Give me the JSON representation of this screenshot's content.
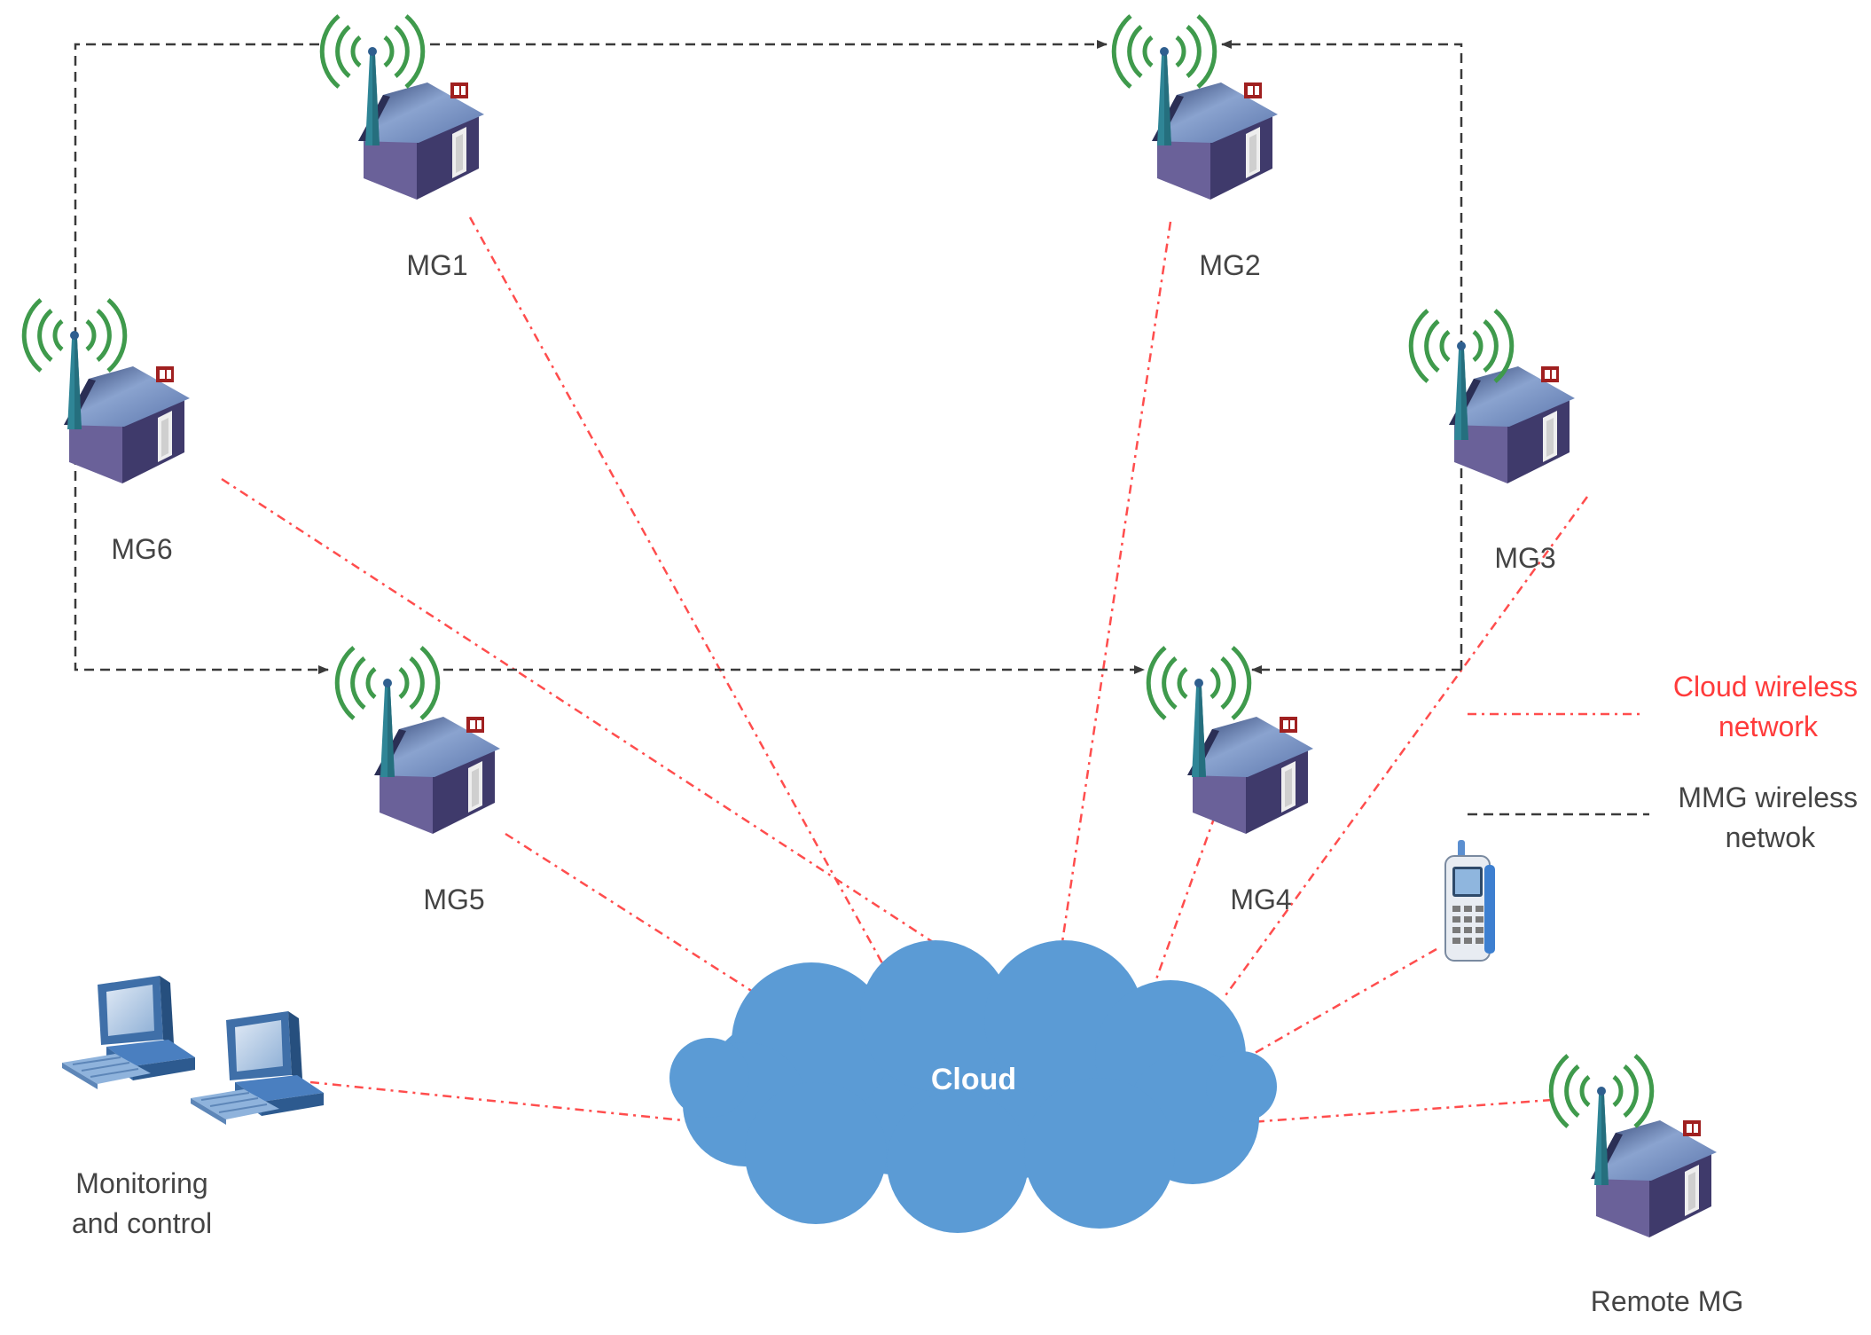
{
  "nodes": {
    "mg1": {
      "label": "MG1"
    },
    "mg2": {
      "label": "MG2"
    },
    "mg3": {
      "label": "MG3"
    },
    "mg4": {
      "label": "MG4"
    },
    "mg5": {
      "label": "MG5"
    },
    "mg6": {
      "label": "MG6"
    },
    "remote": {
      "label": "Remote MG"
    },
    "cloud": {
      "label": "Cloud"
    },
    "monitoring": {
      "line1": "Monitoring",
      "line2": "and control"
    }
  },
  "legend": {
    "cloud_network": {
      "line1": "Cloud wireless",
      "line2": "network",
      "color": "#ff3b3b"
    },
    "mmg_network": {
      "line1": "MMG wireless",
      "line2": "netwok",
      "color": "#333333"
    }
  },
  "colors": {
    "house_front": "#6a6199",
    "house_side": "#3f3a6b",
    "roof": "#7f97c4",
    "antenna": "#2f8596",
    "wave": "#3f9a4c",
    "cloud": "#5b9bd5",
    "red_link": "#ff4d4d",
    "black_link": "#3a3a3a"
  }
}
